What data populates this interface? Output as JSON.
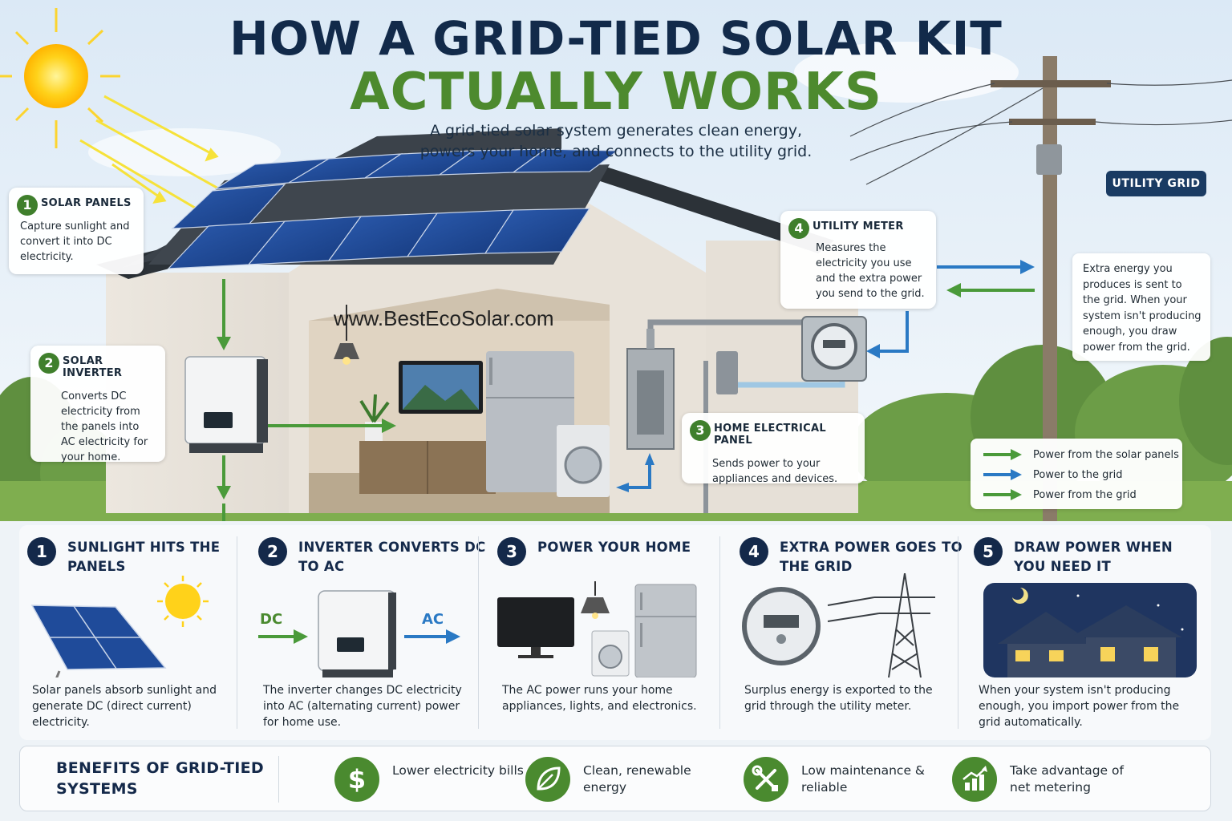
{
  "title": {
    "line1": "HOW A GRID-TIED SOLAR KIT",
    "line2": "ACTUALLY WORKS"
  },
  "subtitle": {
    "line1": "A grid-tied solar system generates clean energy,",
    "line2": "powers your home, and connects to the utility grid."
  },
  "watermark": "www.BestEcoSolar.com",
  "badge": "UTILITY GRID",
  "callouts": {
    "solar_panels": {
      "number": "1",
      "title": "SOLAR PANELS",
      "text": "Capture sunlight and convert it into DC electricity."
    },
    "inverter": {
      "number": "2",
      "title": "SOLAR INVERTER",
      "text": "Converts DC electricity from the panels into AC electricity for your home."
    },
    "electrical_panel": {
      "number": "3",
      "title": "HOME ELECTRICAL PANEL",
      "text": "Sends power to your appliances and devices."
    },
    "utility_meter": {
      "number": "4",
      "title": "UTILITY METER",
      "text": "Measures the electricity you use and the extra power you send to the grid."
    }
  },
  "grid_note": "Extra energy you produces is sent to the grid. When your system isn't producing enough, you draw power from the grid.",
  "legend": [
    {
      "label": "Power from the solar panels",
      "color": "#4a9a3a"
    },
    {
      "label": "Power to the grid",
      "color": "#2a79c4"
    },
    {
      "label": "Power from the grid",
      "color": "#4a9a3a"
    }
  ],
  "steps": [
    {
      "number": "1",
      "title": "SUNLIGHT HITS THE PANELS",
      "text": "Solar panels absorb sunlight and generate DC (direct current) electricity."
    },
    {
      "number": "2",
      "title": "INVERTER CONVERTS DC TO AC",
      "text": "The inverter changes DC electricity into AC (alternating current) power for home use.",
      "dc_label": "DC",
      "ac_label": "AC"
    },
    {
      "number": "3",
      "title": "POWER YOUR HOME",
      "text": "The AC power runs your home appliances, lights, and electronics."
    },
    {
      "number": "4",
      "title": "EXTRA POWER GOES TO THE GRID",
      "text": "Surplus energy is exported to the grid through the utility meter."
    },
    {
      "number": "5",
      "title": "DRAW POWER WHEN YOU NEED IT",
      "text": "When your system isn't producing enough, you import power from the grid automatically."
    }
  ],
  "benefits": {
    "title": "BENEFITS OF GRID-TIED SYSTEMS",
    "items": [
      {
        "label": "Lower electricity bills",
        "icon": "dollar-icon"
      },
      {
        "label": "Clean, renewable energy",
        "icon": "leaf-icon"
      },
      {
        "label": "Low maintenance & reliable",
        "icon": "tools-icon"
      },
      {
        "label": "Take advantage of net metering",
        "icon": "chart-growth-icon"
      }
    ]
  },
  "colors": {
    "navy": "#14294a",
    "green": "#4d8a2e",
    "arrow_green": "#4a9a3a",
    "arrow_blue": "#2a79c4",
    "badge": "#1a3b63"
  }
}
